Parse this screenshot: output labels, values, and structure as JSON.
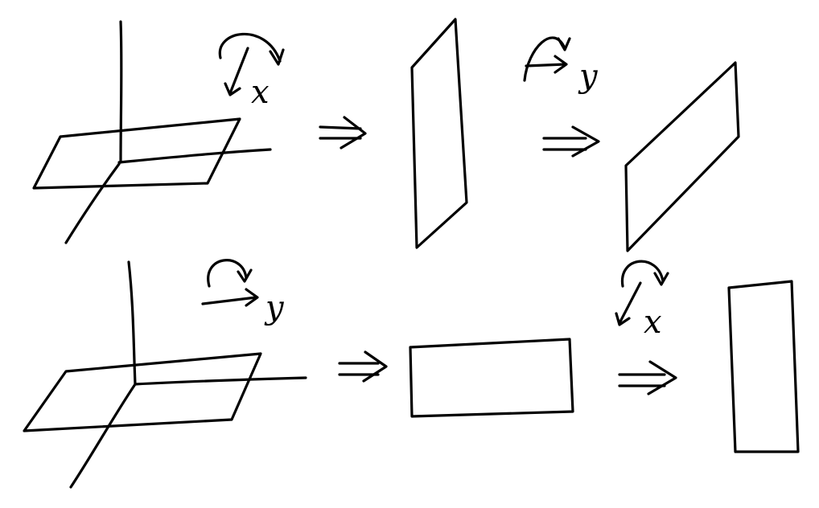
{
  "labels": {
    "row1_rotation1_axis": "x",
    "row1_rotation2_axis": "y",
    "row2_rotation1_axis": "y",
    "row2_rotation2_axis": "x"
  }
}
